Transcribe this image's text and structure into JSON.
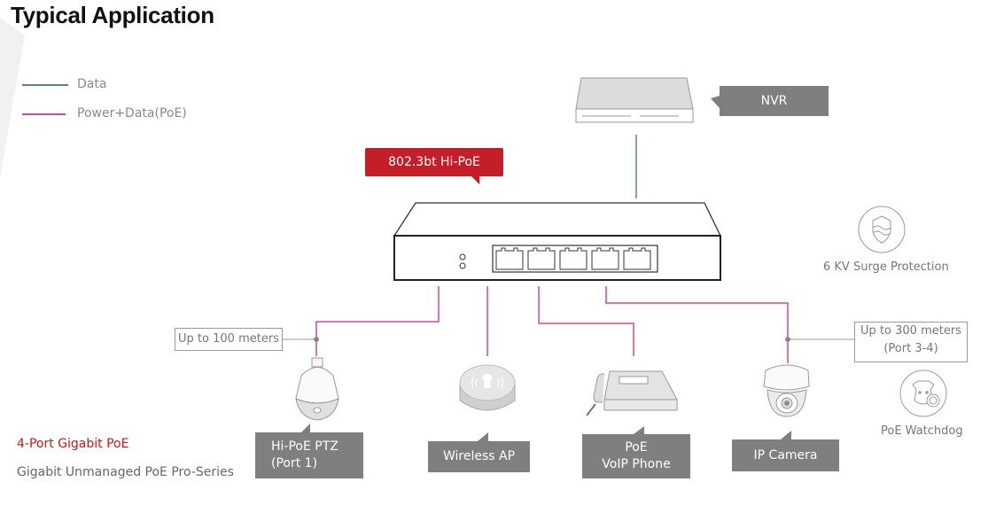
{
  "title": "Typical Application",
  "legend": [
    {
      "label": "Data",
      "color": "#5b7fa3"
    },
    {
      "label": "Power+Data(PoE)",
      "color": "#c94a9f"
    }
  ],
  "switch_badge": "802.3bt Hi-PoE",
  "nvr_label": "NVR",
  "features": {
    "surge": "6 KV Surge Protection",
    "watchdog": "PoE Watchdog"
  },
  "notes": {
    "short_range": "Up to 100 meters",
    "long_range_line1": "Up to 300 meters",
    "long_range_line2": "(Port 3-4)"
  },
  "devices": [
    {
      "line1": "Hi-PoE PTZ",
      "line2": "(Port 1)"
    },
    {
      "line1": "Wireless AP",
      "line2": ""
    },
    {
      "line1": "PoE",
      "line2": "VoIP Phone"
    },
    {
      "line1": "IP Camera",
      "line2": ""
    }
  ],
  "product": {
    "name": "4-Port Gigabit PoE",
    "series": "Gigabit Unmanaged PoE Pro-Series"
  }
}
